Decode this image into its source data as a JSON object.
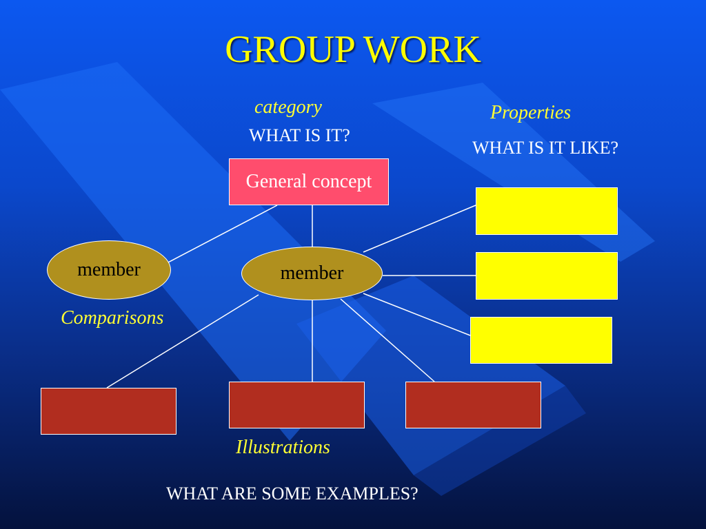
{
  "slide": {
    "title": "GROUP WORK",
    "labels": {
      "category": "category",
      "properties": "Properties",
      "comparisons": "Comparisons",
      "illustrations": "Illustrations"
    },
    "questions": {
      "what_is_it": "WHAT IS IT?",
      "what_is_it_like": "WHAT IS IT LIKE?",
      "examples": "WHAT ARE SOME EXAMPLES?"
    },
    "nodes": {
      "concept": "General concept",
      "member_left": "member",
      "member_center": "member"
    },
    "colors": {
      "background": "#0b48cc",
      "title": "#ffff00",
      "label": "#ffff33",
      "concept_box": "#ff4d6d",
      "property_box": "#ffff00",
      "example_box": "#b12d1f",
      "member_oval": "#b0901e"
    }
  }
}
